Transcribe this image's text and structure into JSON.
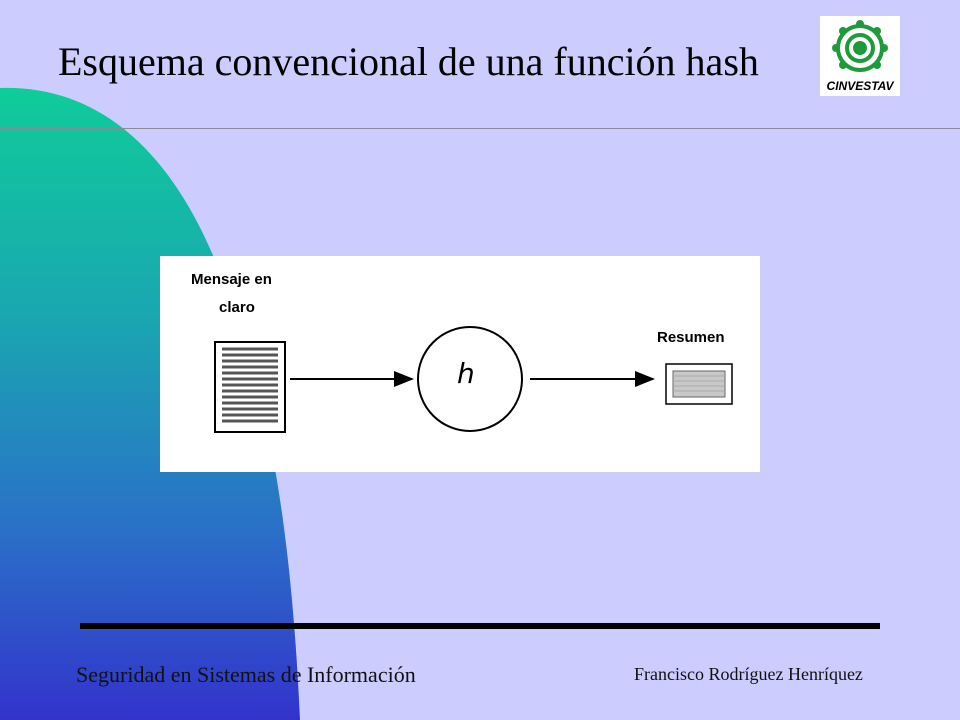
{
  "slide": {
    "title": "Esquema convencional de una función hash",
    "logo": {
      "icon": "cinvestav-logo-icon",
      "text": "CINVESTAV"
    },
    "diagram": {
      "input_label_line1": "Mensaje en",
      "input_label_line2": "claro",
      "function_symbol": "h",
      "output_label": "Resumen"
    },
    "footer": {
      "left": "Seguridad en Sistemas de Información",
      "right": "Francisco Rodríguez Henríquez"
    },
    "colors": {
      "background": "#ccccff",
      "shape_gradient_top": "#0fcc99",
      "shape_gradient_bottom": "#3333cc",
      "logo_green": "#1f9a3a"
    }
  }
}
